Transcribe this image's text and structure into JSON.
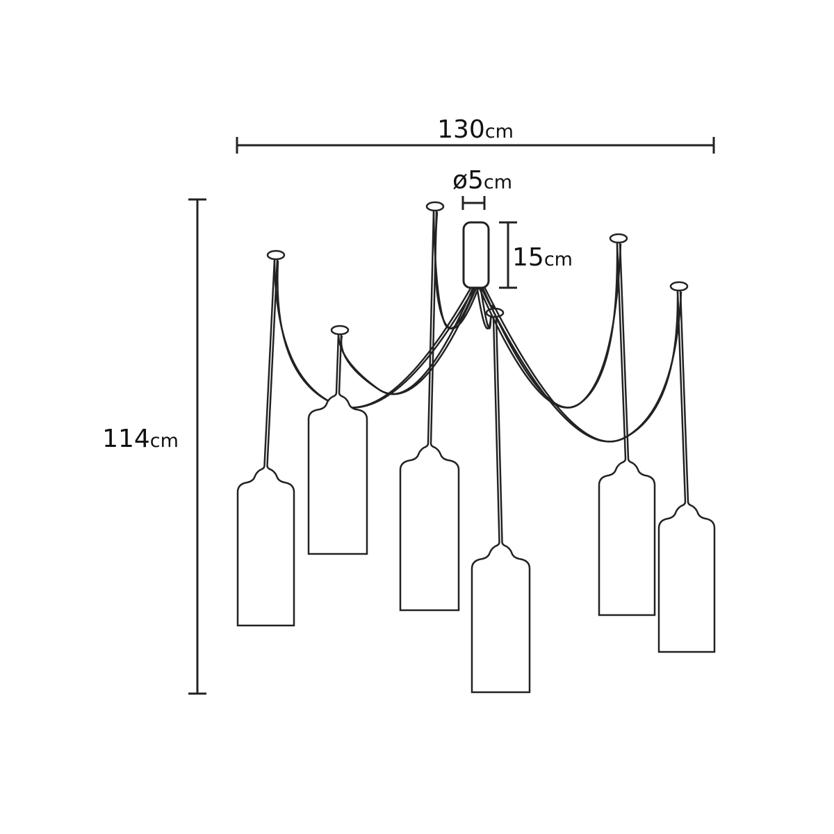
{
  "dimensions": {
    "width": {
      "value": "130",
      "unit": "cm"
    },
    "height": {
      "value": "114",
      "unit": "cm"
    },
    "canopy_diameter": {
      "value": "ø5",
      "unit": "cm"
    },
    "canopy_height": {
      "value": "15",
      "unit": "cm"
    }
  },
  "colors": {
    "line": "#222222",
    "background": "#ffffff"
  }
}
